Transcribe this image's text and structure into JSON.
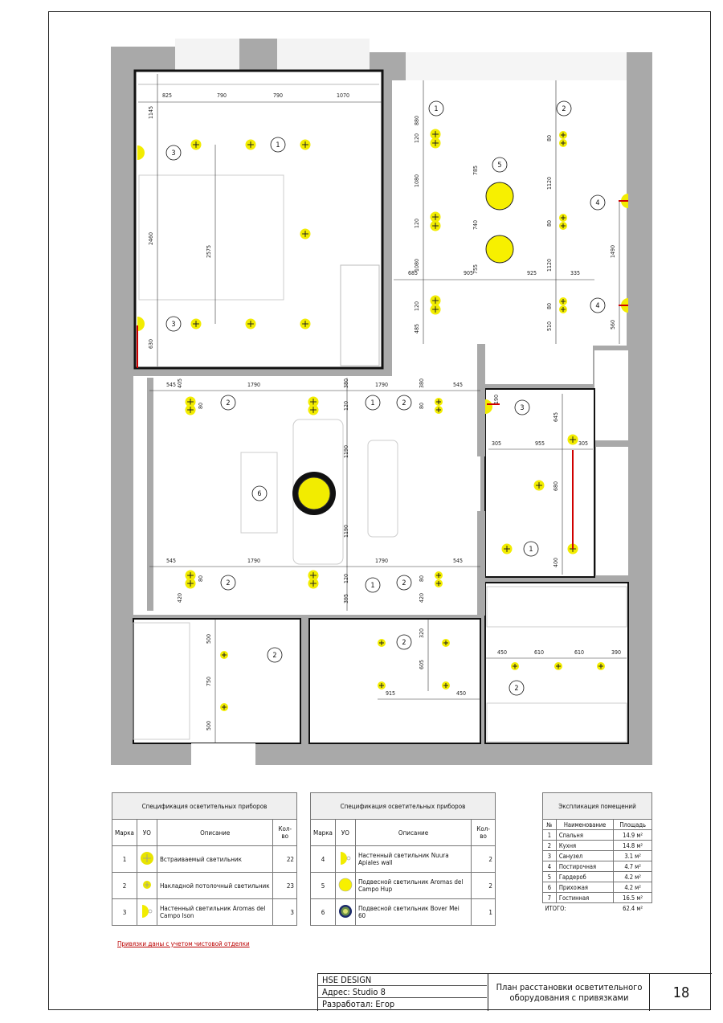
{
  "plan": {
    "dimensions": [
      "825",
      "790",
      "790",
      "1070",
      "1145",
      "2460",
      "2575",
      "630",
      "880",
      "120",
      "1080",
      "120",
      "1080",
      "120",
      "485",
      "785",
      "740",
      "755",
      "80",
      "1120",
      "80",
      "1120",
      "80",
      "510",
      "1490",
      "560",
      "685",
      "905",
      "925",
      "335",
      "545",
      "405",
      "80",
      "1790",
      "380",
      "120",
      "1790",
      "380",
      "80",
      "545",
      "1190",
      "1190",
      "545",
      "1790",
      "1790",
      "545",
      "420",
      "80",
      "120",
      "395",
      "420",
      "80",
      "190",
      "645",
      "305",
      "955",
      "305",
      "680",
      "400",
      "500",
      "750",
      "500",
      "320",
      "605",
      "915",
      "450",
      "450",
      "610",
      "610",
      "390"
    ],
    "callouts": [
      "3",
      "1",
      "3",
      "1",
      "2",
      "5",
      "4",
      "4",
      "2",
      "1",
      "2",
      "6",
      "2",
      "1",
      "2",
      "3",
      "1",
      "2",
      "2",
      "2"
    ]
  },
  "spec1": {
    "title": "Спецификация осветительных приборов",
    "headers": [
      "Марка",
      "УО",
      "Описание",
      "Кол-во"
    ],
    "rows": [
      {
        "mark": "1",
        "icon": "recessed-light",
        "desc": "Встраиваемый светильник",
        "qty": "22"
      },
      {
        "mark": "2",
        "icon": "surface-ceiling-light",
        "desc": "Накладной потолочный светильник",
        "qty": "23"
      },
      {
        "mark": "3",
        "icon": "wall-light",
        "desc": "Настенный светильник Aromas del Campo Ison",
        "qty": "3"
      }
    ]
  },
  "spec2": {
    "title": "Спецификация осветительных приборов",
    "headers": [
      "Марка",
      "УО",
      "Описание",
      "Кол-во"
    ],
    "rows": [
      {
        "mark": "4",
        "icon": "wall-light",
        "desc": "Настенный светильник Nuura Apiales wall",
        "qty": "2"
      },
      {
        "mark": "5",
        "icon": "pendant-light",
        "desc": "Подвесной светильник Aromas del Campo Hup",
        "qty": "2"
      },
      {
        "mark": "6",
        "icon": "pendant-chandelier",
        "desc": "Подвесной светильник Bover Mei 60",
        "qty": "1"
      }
    ]
  },
  "rooms": {
    "title": "Экспликация помещений",
    "headers": [
      "№",
      "Наименование",
      "Площадь"
    ],
    "rows": [
      {
        "n": "1",
        "name": "Спальня",
        "area": "14.9 м²"
      },
      {
        "n": "2",
        "name": "Кухня",
        "area": "14.8 м²"
      },
      {
        "n": "3",
        "name": "Санузел",
        "area": "3.1 м²"
      },
      {
        "n": "4",
        "name": "Постирочная",
        "area": "4.7 м²"
      },
      {
        "n": "5",
        "name": "Гардероб",
        "area": "4.2 м²"
      },
      {
        "n": "6",
        "name": "Прихожая",
        "area": "4.2 м²"
      },
      {
        "n": "7",
        "name": "Гостинная",
        "area": "16.5 м²"
      }
    ],
    "total_label": "ИТОГО:",
    "total": "62.4 м²"
  },
  "note": "Привязки даны с учетом чистовой отделки",
  "titleblock": {
    "studio": "HSE DESIGN",
    "address": "Адрес:  Studio 8",
    "author": "Разработал: Егор",
    "sheet_title": "План расстановки осветительного оборудования с привязками",
    "sheet_number": "18"
  },
  "colors": {
    "wall": "#a9a9a9",
    "light": "#f2ec00",
    "red": "#d00000",
    "chandelier": "#1b2a6b"
  }
}
